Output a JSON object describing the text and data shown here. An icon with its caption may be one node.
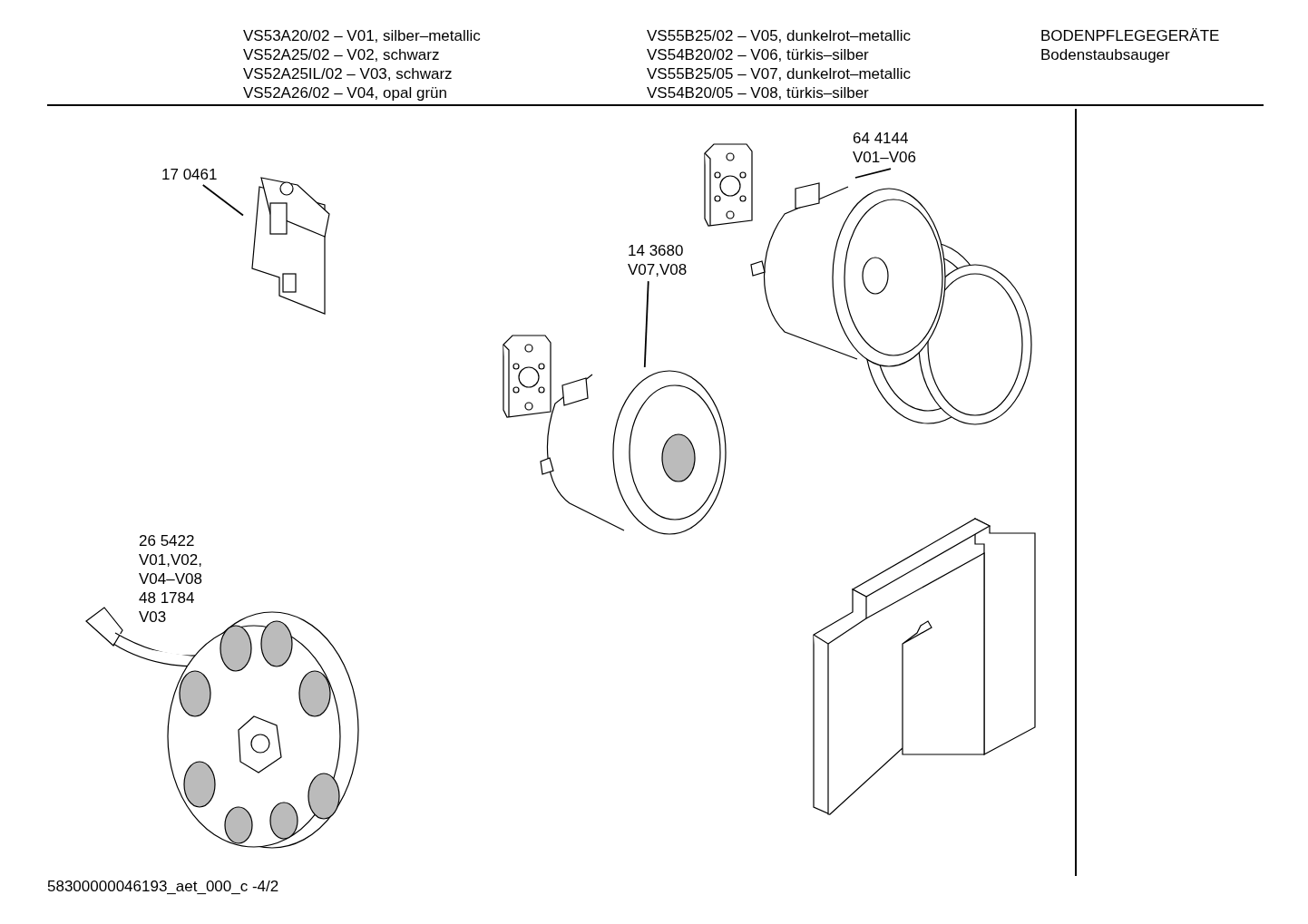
{
  "diagram": {
    "nodes": [
      {
        "text": [
          "17 0461"
        ]
      },
      {
        "text": [],
        "shape": "picture"
      },
      {
        "text": [
          "64 4144",
          "V01–V06"
        ]
      },
      {
        "text": [],
        "shape": "picture"
      },
      {
        "text": [
          "14 3680",
          "V07,V08"
        ]
      },
      {
        "text": [],
        "shape": "picture"
      }
    ],
    "edges": [
      {
        "from": 0,
        "to": 1,
        "arrow": "none"
      },
      {
        "from": 2,
        "to": 3,
        "arrow": "none"
      },
      {
        "from": 4,
        "to": 5,
        "arrow": "none"
      }
    ],
    "labels": [
      "VS53A20/02 – V01, silber–metallic",
      "VS52A25/02 – V02, schwarz",
      "VS52A25IL/02 – V03, schwarz",
      "VS52A26/02 – V04, opal grün",
      "VS55B25/02 – V05, dunkelrot–metallic",
      "VS54B20/02 – V06, türkis–silber",
      "VS55B25/05 – V07, dunkelrot–metallic",
      "VS54B20/05 – V08, türkis–silber",
      "BODENPFLEGEGERÄTE",
      "Bodenstaubsauger",
      "26 5422",
      "V01,V02,",
      "V04–V08",
      "48 1784",
      "V03",
      "58300000046193_aet_000_c -4/2"
    ]
  }
}
